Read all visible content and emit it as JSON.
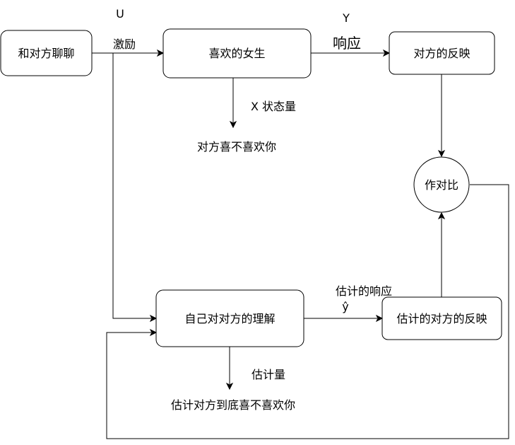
{
  "nodes": {
    "chat": {
      "label": "和对方聊聊"
    },
    "girl": {
      "label": "喜欢的女生"
    },
    "reaction": {
      "label": "对方的反映"
    },
    "compare": {
      "label": "作对比"
    },
    "understanding": {
      "label": "自己对对方的理解"
    },
    "estimated_reaction": {
      "label": "估计的对方的反映"
    }
  },
  "labels": {
    "u_symbol": "U",
    "stimulus": "激励",
    "y_symbol": "Y",
    "response": "响应",
    "state": "X  状态量",
    "state_meaning": "对方喜不喜欢你",
    "estimated_response": "估计的响应",
    "y_hat": "ŷ",
    "estimate": "估计量",
    "estimate_meaning": "估计对方到底喜不喜欢你"
  },
  "colors": {
    "stroke": "#000000",
    "fill": "#ffffff"
  }
}
